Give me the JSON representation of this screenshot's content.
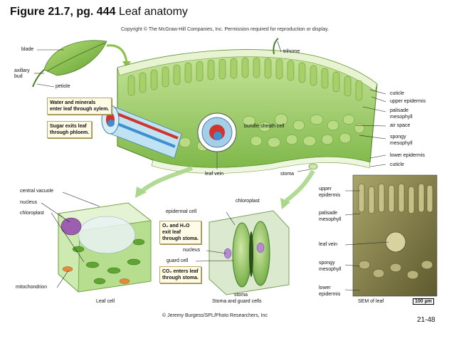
{
  "header": {
    "title_bold": "Figure 21.7, pg. 444",
    "title_rest": "Leaf anatomy",
    "copyright": "Copyright © The McGraw-Hill Companies, Inc. Permission required for reproduction or display."
  },
  "labels": {
    "blade": "blade",
    "axillary_bud_1": "axillary",
    "axillary_bud_2": "bud",
    "petiole": "petiole",
    "trihome": "trihome",
    "cuticle_top": "cuticle",
    "upper_epidermis": "upper epidermis",
    "palisade_1": "palisade",
    "palisade_2": "mesophyll",
    "air_space": "air space",
    "spongy_1": "spongy",
    "spongy_2": "mesophyll",
    "lower_epidermis": "lower epidermis",
    "cuticle_bottom": "cuticle",
    "bundle_sheath": "bundle sheath cell",
    "leaf_vein": "leaf vein",
    "stoma": "stoma",
    "central_vacuole": "central vacuole",
    "nucleus": "nucleus",
    "chloroplast": "chloroplast",
    "mitochondrion": "mitochondrion",
    "leaf_cell": "Leaf cell",
    "chloroplast_2": "chloroplast",
    "epidermal_cell": "epidermal cell",
    "nucleus_2": "nucleus",
    "guard_cell": "guard cell",
    "stoma_2": "stoma",
    "stoma_guard_cells": "Stoma and guard cells",
    "sem_upper_1": "upper",
    "sem_upper_2": "epidermis",
    "sem_palisade_1": "palisade",
    "sem_palisade_2": "mesophyll",
    "sem_leaf_vein": "leaf vein",
    "sem_spongy_1": "spongy",
    "sem_spongy_2": "mesophyll",
    "sem_lower_1": "lower",
    "sem_lower_2": "epidermis",
    "sem_of_leaf": "SEM of leaf",
    "scale_bar": "100 µm"
  },
  "callouts": {
    "water_1": "Water and minerals",
    "water_2": "enter leaf through xylem.",
    "sugar_1": "Sugar exits leaf",
    "sugar_2": "through phloem.",
    "o2_1": "O₂ and H₂O",
    "o2_2": "exit leaf",
    "o2_3": "through stoma.",
    "co2_1": "CO₂ enters leaf",
    "co2_2": "through stoma."
  },
  "footer": {
    "credit": "© Jeremy Burgess/SPL/Photo Researchers, Inc",
    "page_number": "21-48"
  },
  "colors": {
    "leaf_green": "#8cc63f",
    "palisade_green": "#a9d46a",
    "dark_green": "#3f7f2a",
    "xylem_blue": "#3f8fd0",
    "phloem_red": "#d0342c",
    "callout_bg": "#fffbe6"
  }
}
